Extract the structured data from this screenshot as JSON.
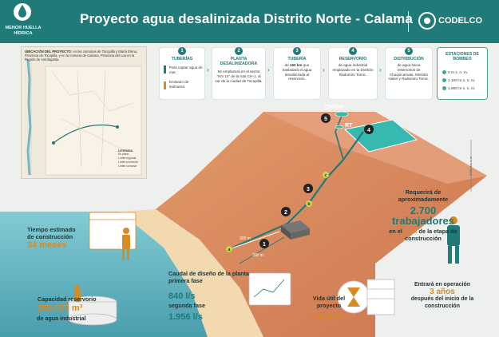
{
  "header": {
    "title": "Proyecto agua desalinizada Distrito Norte - Calama",
    "badge_label": "MENOR HUELLA HÍDRICA",
    "brand": "CODELCO",
    "bg_color": "#1f7a78"
  },
  "map": {
    "caption_label": "UBICACIÓN DEL PROYECTO:",
    "caption_text": "en las comunas de Tocopilla y María Elena, Provincia de Tocopilla, y en la comuna de Calama, Provincia del Loa en la Región de Antofagasta.",
    "legend_title": "LEYENDA",
    "legend_items": [
      "En plano",
      "Límite regional",
      "Límite provincial",
      "Límite comunal"
    ]
  },
  "steps": [
    {
      "num": "1",
      "title": "TUBERÍAS",
      "body": "Para captar agua de mar.",
      "body2": "Emisario de salmuera."
    },
    {
      "num": "2",
      "title": "PLANTA DESALINIZADORA",
      "body": "Se emplazará en el sector \"Km 14\" de la ruta CH-1, al sur de la ciudad de Tocopilla."
    },
    {
      "num": "3",
      "title": "TUBERÍA",
      "body_prefix": "de ",
      "body_bold": "160 km",
      "body": " que trasladará el agua desalinizada al reservorio."
    },
    {
      "num": "4",
      "title": "RESERVORIO",
      "body": "de agua industrial emplazado en la División Radomiro Tomic."
    },
    {
      "num": "5",
      "title": "DISTRIBUCIÓN",
      "body": "de agua hacia reservorios de Chuquicamata, Ministro Hales y Radomiro Tomic."
    },
    {
      "num": "",
      "title": "ESTACIONES DE BOMBEO",
      "stations": [
        "a",
        "b",
        "c"
      ],
      "station_labels": [
        "0 m s. n. m.",
        "1.100 m s. n. m.",
        "1.900 m s. n. m."
      ]
    }
  ],
  "scene": {
    "labels": {
      "chmh": "CH/MH",
      "rt": "RT",
      "n1": "1",
      "n2": "2",
      "n3": "3",
      "n4": "4",
      "n5": "5",
      "pipe_a": "300 m",
      "pipe_b": "300 m",
      "a": "a",
      "b": "b",
      "c": "c"
    },
    "side_scale": "3.000 m s. n. m."
  },
  "stats": {
    "time_label": "Tiempo estimado de construcción",
    "time_value": "34 meses",
    "capacity_label": "Capacidad reservorio",
    "capacity_value": "250.000 m³",
    "capacity_suffix": "de agua industrial",
    "flow_label": "Caudal de diseño de la planta primera fase",
    "flow_value1": "840 l/s",
    "flow_label2": "segunda fase",
    "flow_value2": "1.956 l/s",
    "life_label": "Vida útil del proyecto",
    "life_value": "28 años",
    "op_label1": "Entrará en operación",
    "op_value": "3 años",
    "op_label2": "después del inicio de la construcción",
    "workers_label": "Requerirá de aproximadamente",
    "workers_value": "2.700 trabajadores",
    "workers_in": "en el ",
    "workers_peak": "peak",
    "workers_end": " de la etapa de construcción"
  }
}
